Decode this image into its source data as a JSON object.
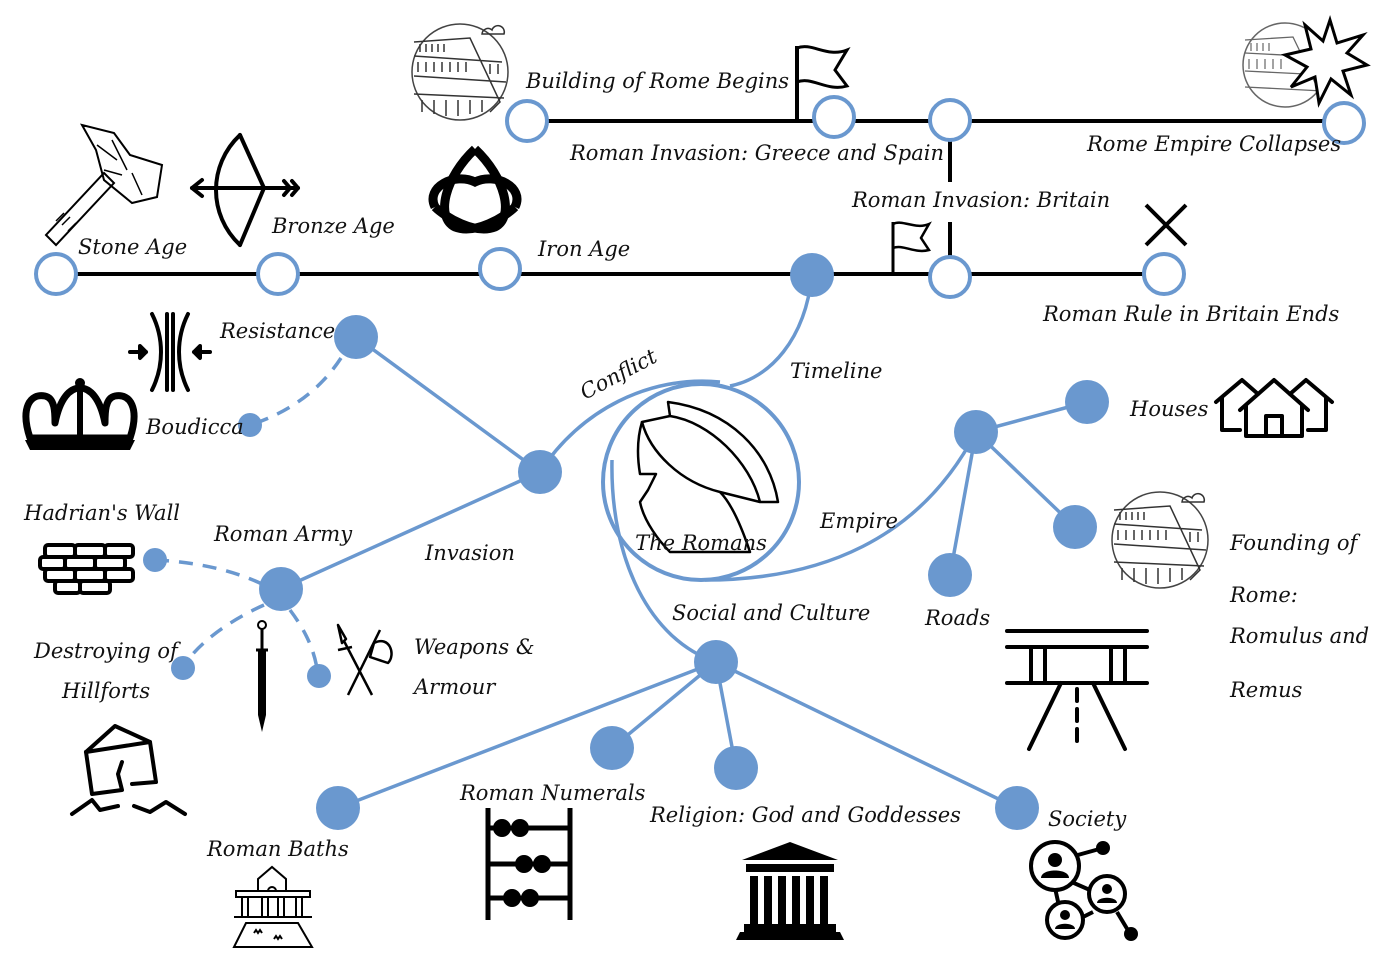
{
  "colors": {
    "accent": "#6a98cf",
    "line": "#000000",
    "background": "#ffffff"
  },
  "center": {
    "label": "The Romans",
    "icon": "roman-helmet-icon"
  },
  "branches": {
    "timeline": "Timeline",
    "conflict": "Conflict",
    "empire": "Empire",
    "social": "Social and Culture",
    "invasion": "Invasion"
  },
  "timeline": {
    "lower": [
      {
        "label": "Stone Age",
        "icon": "stone-hammer-icon"
      },
      {
        "label": "Bronze Age",
        "icon": "bow-arrow-icon"
      },
      {
        "label": "Iron Age",
        "icon": "triquetra-icon"
      },
      {
        "label": "",
        "icon": ""
      },
      {
        "label": "Roman Invasion: Britain",
        "icon": "flag-icon"
      },
      {
        "label": "Roman Rule in Britain Ends",
        "icon": "cross-icon"
      }
    ],
    "upper": [
      {
        "label": "Building of Rome Begins",
        "icon": "colosseum-icon"
      },
      {
        "label": "Roman Invasion: Greece and Spain",
        "icon": "flag-icon"
      },
      {
        "label": "",
        "icon": ""
      },
      {
        "label": "Rome Empire Collapses",
        "icon": "colosseum-explosion-icon"
      }
    ]
  },
  "conflict": {
    "resistance": "Resistance",
    "boudicca": "Boudicca",
    "roman_army": "Roman Army",
    "hadrians_wall": "Hadrian's Wall",
    "hillforts_line1": "Destroying of",
    "hillforts_line2": "Hillforts",
    "weapons_line1": "Weapons &",
    "weapons_line2": "Armour"
  },
  "empire": {
    "houses": "Houses",
    "roads": "Roads",
    "founding_lines": [
      "Founding of",
      "Rome:",
      "Romulus and",
      "Remus"
    ]
  },
  "social": {
    "baths": "Roman Baths",
    "numerals": "Roman Numerals",
    "religion": "Religion: God and Goddesses",
    "society": "Society"
  }
}
